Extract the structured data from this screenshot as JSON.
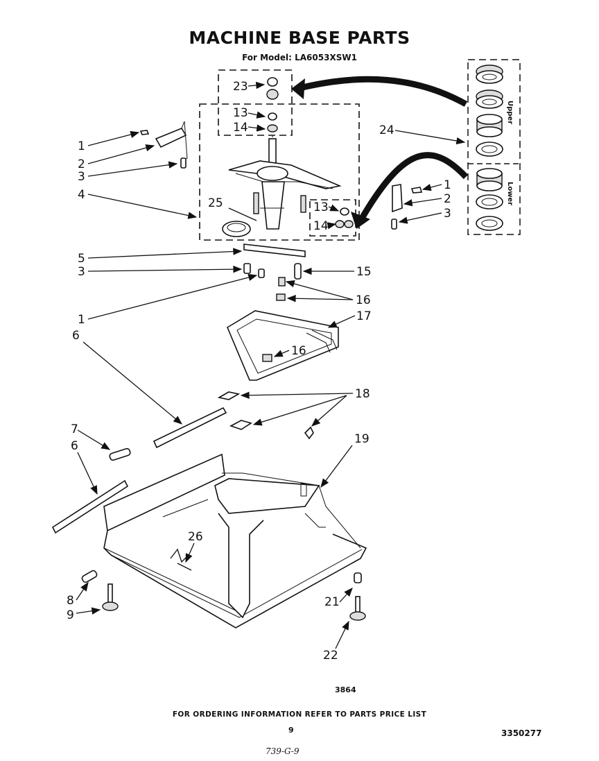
{
  "header": {
    "title": "MACHINE BASE PARTS",
    "subtitle": "For Model: LA6053XSW1"
  },
  "inset": {
    "upper_label": "Upper",
    "lower_label": "Lower"
  },
  "callouts": {
    "c23": "23",
    "c13a": "13",
    "c14a": "14",
    "c1a": "1",
    "c2a": "2",
    "c3a": "3",
    "c4": "4",
    "c24": "24",
    "c1b": "1",
    "c2b": "2",
    "c3b": "3",
    "c25": "25",
    "c13b": "13",
    "c14b": "14",
    "c5": "5",
    "c3c": "3",
    "c15": "15",
    "c1c": "1",
    "c16a": "16",
    "c17": "17",
    "c6a": "6",
    "c16b": "16",
    "c18": "18",
    "c7": "7",
    "c6b": "6",
    "c19": "19",
    "c26": "26",
    "c8": "8",
    "c9": "9",
    "c21": "21",
    "c22": "22"
  },
  "footer": {
    "drawing_number": "3864",
    "ordering_note": "FOR ORDERING INFORMATION REFER TO PARTS PRICE LIST",
    "page_number": "9",
    "part_number": "3350277",
    "handwritten": "739-G-9"
  }
}
